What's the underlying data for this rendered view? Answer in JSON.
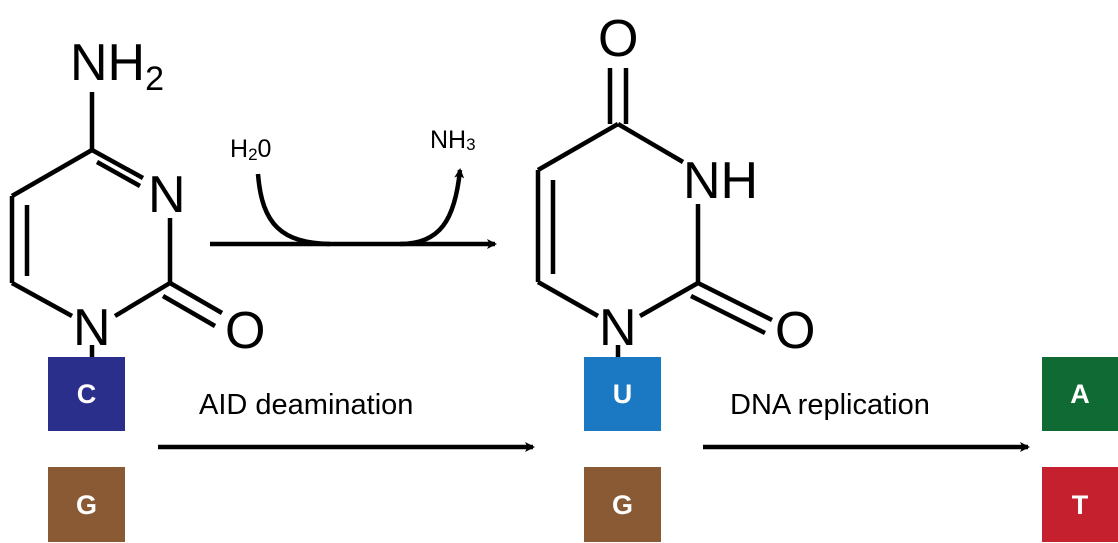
{
  "cytosine": {
    "amine_group": "NH",
    "amine_subscript": "2",
    "ring_nitrogen_3": "N",
    "ring_nitrogen_1": "N",
    "carbonyl_oxygen": "O"
  },
  "reaction": {
    "water": "H",
    "water_subscript": "2",
    "water_tail": "0",
    "ammonia": "NH",
    "ammonia_subscript": "3"
  },
  "uracil": {
    "carbonyl_oxygen_top": "O",
    "imide_nh": "NH",
    "ring_nitrogen_1": "N",
    "carbonyl_oxygen_bottom": "O"
  },
  "bases": {
    "c": {
      "letter": "C",
      "color": "#2b2f8c"
    },
    "g1": {
      "letter": "G",
      "color": "#8a5a34"
    },
    "u": {
      "letter": "U",
      "color": "#1a79c2"
    },
    "g2": {
      "letter": "G",
      "color": "#8a5a34"
    },
    "a": {
      "letter": "A",
      "color": "#0f6a33"
    },
    "t": {
      "letter": "T",
      "color": "#c4202d"
    }
  },
  "steps": {
    "deamination": "AID deamination",
    "replication": "DNA replication"
  }
}
